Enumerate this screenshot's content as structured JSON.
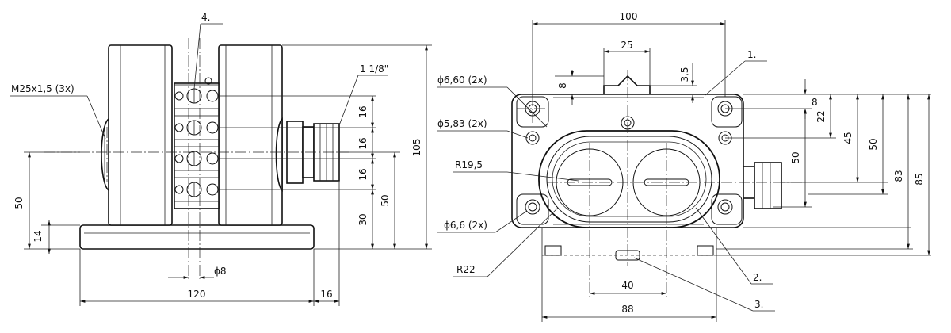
{
  "labels": {
    "thread": "M25x1,5 (3x)",
    "item4": "4.",
    "thread_pipe": "1 1/8\"",
    "item1": "1.",
    "item2": "2.",
    "item3": "3.",
    "hole_660": "ϕ6,60 (2x)",
    "hole_583": "ϕ5,83 (2x)",
    "hole_66": "ϕ6,6 (2x)",
    "r195": "R19,5",
    "r22": "R22",
    "phi8": "ϕ8"
  },
  "dims": {
    "d100": "100",
    "d25": "25",
    "d35": "3,5",
    "d8_top": "8",
    "d8_right": "8",
    "d22": "22",
    "d45": "45",
    "d50_right": "50",
    "d83": "83",
    "d85": "85",
    "d50_inner": "50",
    "d40": "40",
    "d88": "88",
    "d50_left": "50",
    "d14": "14",
    "d120": "120",
    "d16_bottom": "16",
    "d105": "105",
    "d16_a": "16",
    "d16_b": "16",
    "d16_c": "16",
    "d30": "30",
    "d50_mid": "50"
  }
}
